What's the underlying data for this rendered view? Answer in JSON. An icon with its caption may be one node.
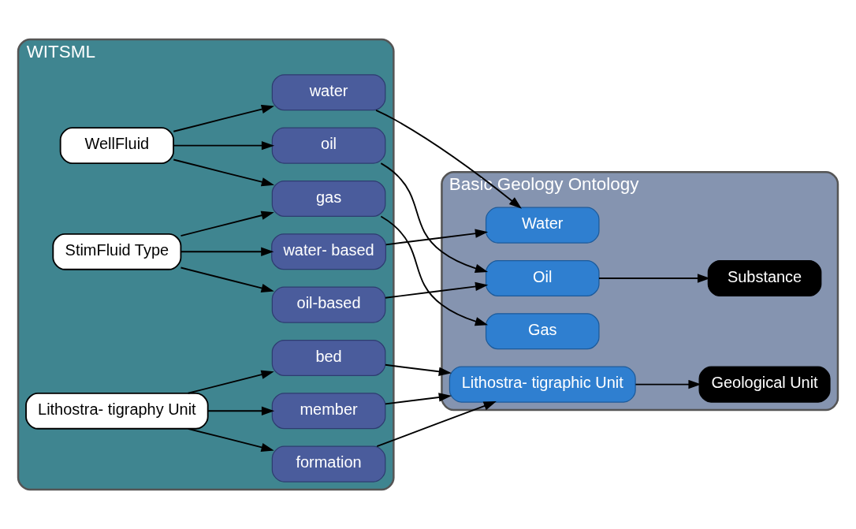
{
  "diagram": {
    "nodes": [
      {
        "text": [
          "WITSML"
        ]
      },
      {
        "text": [
          "StimFluid Type"
        ],
        "in": 0
      },
      {
        "text": [
          "WellFluid"
        ],
        "in": 0
      },
      {
        "text": [
          "Lithostra- tigraphy Unit"
        ],
        "in": 0
      },
      {
        "text": [
          "gas"
        ],
        "in": 0
      },
      {
        "text": [
          "oil-based"
        ],
        "in": 0
      },
      {
        "text": [
          "water- based"
        ],
        "in": 0
      },
      {
        "text": [
          "oil"
        ],
        "in": 0
      },
      {
        "text": [
          "water"
        ],
        "in": 0
      },
      {
        "text": [
          "formation"
        ],
        "in": 0
      },
      {
        "text": [
          "member"
        ],
        "in": 0
      },
      {
        "text": [
          "bed"
        ],
        "in": 0
      },
      {
        "text": [
          "Basic Geology Ontology"
        ]
      },
      {
        "text": [
          "Gas"
        ],
        "in": 12
      },
      {
        "text": [
          "Oil"
        ],
        "in": 12
      },
      {
        "text": [
          "Water"
        ],
        "in": 12
      },
      {
        "text": [
          "Lithostra- tigraphic Unit"
        ],
        "in": 12
      },
      {
        "text": [
          "Substance"
        ],
        "in": 12
      },
      {
        "text": [
          "Geological Unit"
        ],
        "in": 12
      }
    ],
    "edges": [
      {
        "from": 1,
        "to": 4,
        "arrow": "to"
      },
      {
        "from": 1,
        "to": 5,
        "arrow": "to"
      },
      {
        "from": 1,
        "to": 6,
        "arrow": "to"
      },
      {
        "from": 2,
        "to": 4,
        "arrow": "to"
      },
      {
        "from": 2,
        "to": 7,
        "arrow": "to"
      },
      {
        "from": 2,
        "to": 8,
        "arrow": "to"
      },
      {
        "from": 3,
        "to": 9,
        "arrow": "to"
      },
      {
        "from": 3,
        "to": 10,
        "arrow": "to"
      },
      {
        "from": 3,
        "to": 11,
        "arrow": "to"
      },
      {
        "from": 4,
        "to": 13,
        "arrow": "to"
      },
      {
        "from": 5,
        "to": 14,
        "arrow": "to"
      },
      {
        "from": 6,
        "to": 15,
        "arrow": "to"
      },
      {
        "from": 7,
        "to": 14,
        "arrow": "to"
      },
      {
        "from": 8,
        "to": 15,
        "arrow": "to"
      },
      {
        "from": 9,
        "to": 16,
        "arrow": "to"
      },
      {
        "from": 10,
        "to": 16,
        "arrow": "to"
      },
      {
        "from": 11,
        "to": 16,
        "arrow": "to"
      },
      {
        "from": 14,
        "to": 17,
        "arrow": "to"
      },
      {
        "from": 16,
        "to": 18,
        "arrow": "to"
      }
    ]
  }
}
